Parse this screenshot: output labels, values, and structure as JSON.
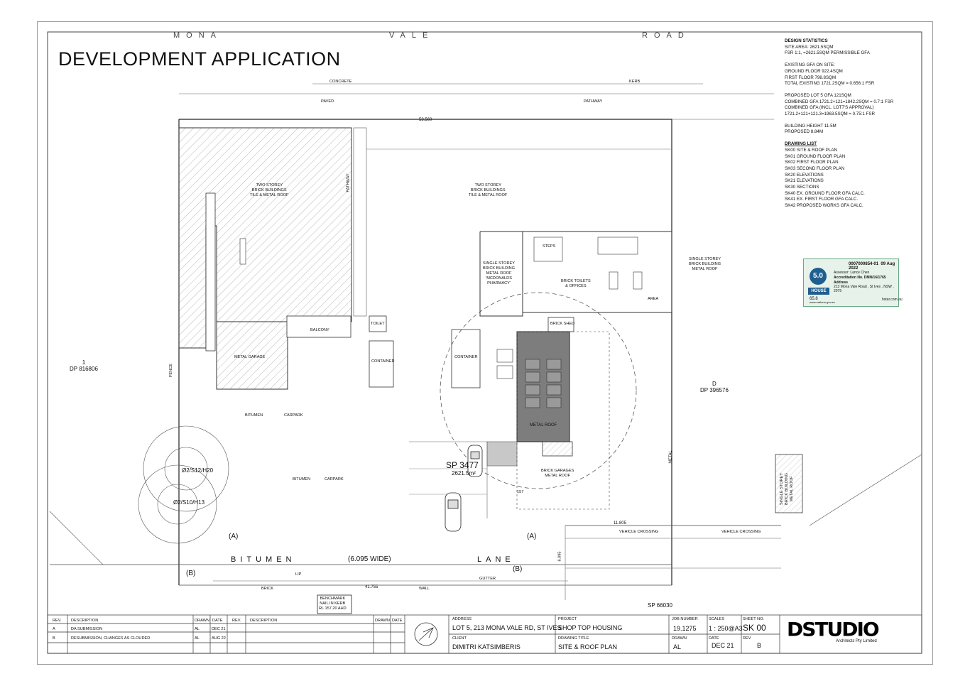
{
  "drawing": {
    "title": "DEVELOPMENT APPLICATION",
    "road_name": {
      "w1": "MONA",
      "w2": "VALE",
      "w3": "ROAD"
    }
  },
  "stats": {
    "heading": "DESIGN STATISTICS",
    "site_area": "SITE AREA: 2621.5SQM",
    "fsr": "FSR 1:1, =2621.5SQM PERMISSIBLE GFA",
    "existing_heading": "EXISTING GFA ON SITE:",
    "ground": "GROUND FLOOR 922.4SQM",
    "first": "FIRST FLOOR 798.8SQM",
    "total": "TOTAL EXISTING 1721.2SQM = 0.656:1 FSR",
    "proposed_lot": "PROPOSED LOT 5 GFA 121SQM",
    "combined": "COMBINED GFA 1721.2+121=1842.2SQM = 0.7:1 FSR",
    "combined_incl": "COMBINED GFA (INCL. LOT7'S APPROVAL)",
    "combined_calc": "1721.2+121+121.3=1963.5SQM = 0.75:1 FSR",
    "height": "BUILDING HEIGHT 11.5M",
    "proposed_height": "PROPOSED 8.84M",
    "drawing_list_heading": "DRAWING LIST",
    "drawing_list": [
      "SK00 SITE & ROOF PLAN",
      "SK01 GROUND FLOOR PLAN",
      "SK02 FIRST FLOOR PLAN",
      "SK03 SECOND FLOOR PLAN",
      "SK20 ELEVATIONS",
      "SK21 ELEVATIONS",
      "SK30 SECTIONS",
      "SK40 EX. GROUND FLOOR GFA CALC.",
      "SK41 EX. FIRST FLOOR GFA CALC.",
      "SK42 PROPOSED WORKS GFA CALC."
    ]
  },
  "plan": {
    "two_storey_left": [
      "TWO STOREY",
      "BRICK BUILDINGS",
      "TILE & METAL ROOF"
    ],
    "two_storey_mid": [
      "TWO STOREY",
      "BRICK BUILDINGS",
      "TILE & METAL ROOF"
    ],
    "single_storey_right": [
      "SINGLE STOREY",
      "BRICK BUILDING",
      "METAL ROOF"
    ],
    "mcdonalds": [
      "SINGLE STOREY",
      "BRICK BUILDING",
      "METAL ROOF",
      "'MCDONALDS",
      "PHARMACY'"
    ],
    "toilets": [
      "BRICK TOILETS",
      "& OFFICES"
    ],
    "brick_shed": "BRICK SHED",
    "metal_roof": "METAL ROOF",
    "garages": [
      "BRICK GARAGES",
      "METAL ROOF"
    ],
    "balcony": "BALCONY",
    "metal_garage": "METAL GARAGE",
    "container_1": "CONTAINER",
    "container_2": "CONTAINER",
    "toilet": "TOILET",
    "pathway": "PATHWAY",
    "pathway_v": "PATHWAY",
    "paved": "PAVED",
    "concrete": "CONCRETE",
    "kerb": "KERB",
    "area": "AREA",
    "steps": "STEPS",
    "fence": "FENCE",
    "metal": "METAL",
    "bitumen": "BITUMEN",
    "carpark": "CARPARK",
    "lot_left": [
      "1",
      "DP 816806"
    ],
    "lot_right": [
      "D",
      "DP 396576"
    ],
    "sp_3477": "SP 3477",
    "sp_area": "2621.5m²",
    "sp_66030": "SP 66030",
    "lane_w1": "BITUMEN",
    "lane_width": "(6.095 WIDE)",
    "lane_w2": "LANE",
    "marker_a1": "(A)",
    "marker_a2": "(A)",
    "marker_b1": "(B)",
    "marker_b2": "(B)",
    "tree_1": "Ø2/S12/H20",
    "tree_2": "Ø2/S10/H13",
    "benchmark": [
      "BENCHMARK",
      "NAIL IN KERB",
      "RL 157.20 AHD"
    ],
    "frontage": "53.560",
    "lane_dim": "11.805",
    "rear_dim": "41.755",
    "vehicle_crossing_1": "VEHICLE CROSSING",
    "vehicle_crossing_2": "VEHICLE CROSSING",
    "single_storey_far": [
      "SINGLE STOREY",
      "BRICK BUILDING",
      "METAL ROOF"
    ],
    "lip": "LIP",
    "wall": "WALL",
    "brick": "BRICK",
    "gutter": "GUTTER",
    "dim_6095": "6.095",
    "rl_157": "157"
  },
  "badge": {
    "id": "0007000854-01",
    "date": "09 Aug 2022",
    "score": "5.0",
    "house": "HOUSE",
    "rating": "65.8",
    "assessor": "Assessor: Lance Chen",
    "accreditation": "Accreditation No. DMN/16/1765",
    "address_label": "Address",
    "address": "213 Mona Vale Road , St Ives , NSW , 2075",
    "site": "hstar.com.au",
    "url": "www.nathers.gov.au"
  },
  "revisions": {
    "headers": {
      "rev": "REV.",
      "desc": "DESCRIPTION",
      "drawn": "DRAWN",
      "date": "DATE"
    },
    "rows": [
      {
        "rev": "A",
        "desc": "DA SUBMISSION",
        "drawn": "AL",
        "date": "DEC 21"
      },
      {
        "rev": "B",
        "desc": "RESUBMISSION, CHANGES AS CLOUDED",
        "drawn": "AL",
        "date": "AUG 22"
      }
    ]
  },
  "title_block": {
    "address_label": "ADDRESS",
    "address": "LOT 5, 213 MONA VALE RD, ST IVES",
    "client_label": "CLIENT",
    "client": "DIMITRI KATSIMBERIS",
    "project_label": "PROJECT",
    "project": "SHOP TOP HOUSING",
    "drawing_title_label": "DRAWING TITLE",
    "drawing_title": "SITE & ROOF PLAN",
    "job_label": "JOB NUMBER",
    "job": "19.1275",
    "scales_label": "SCALES",
    "scale": "1 : 250@A3",
    "sheet_label": "SHEET NO.",
    "sheet": "SK 00",
    "drawn_label": "DRAWN",
    "drawn": "AL",
    "date_label": "DATE",
    "date": "DEC 21",
    "rev_label": "REV",
    "rev": "B",
    "logo": "DSTUDIO",
    "logo_sub": "Architects Pty Limited"
  }
}
